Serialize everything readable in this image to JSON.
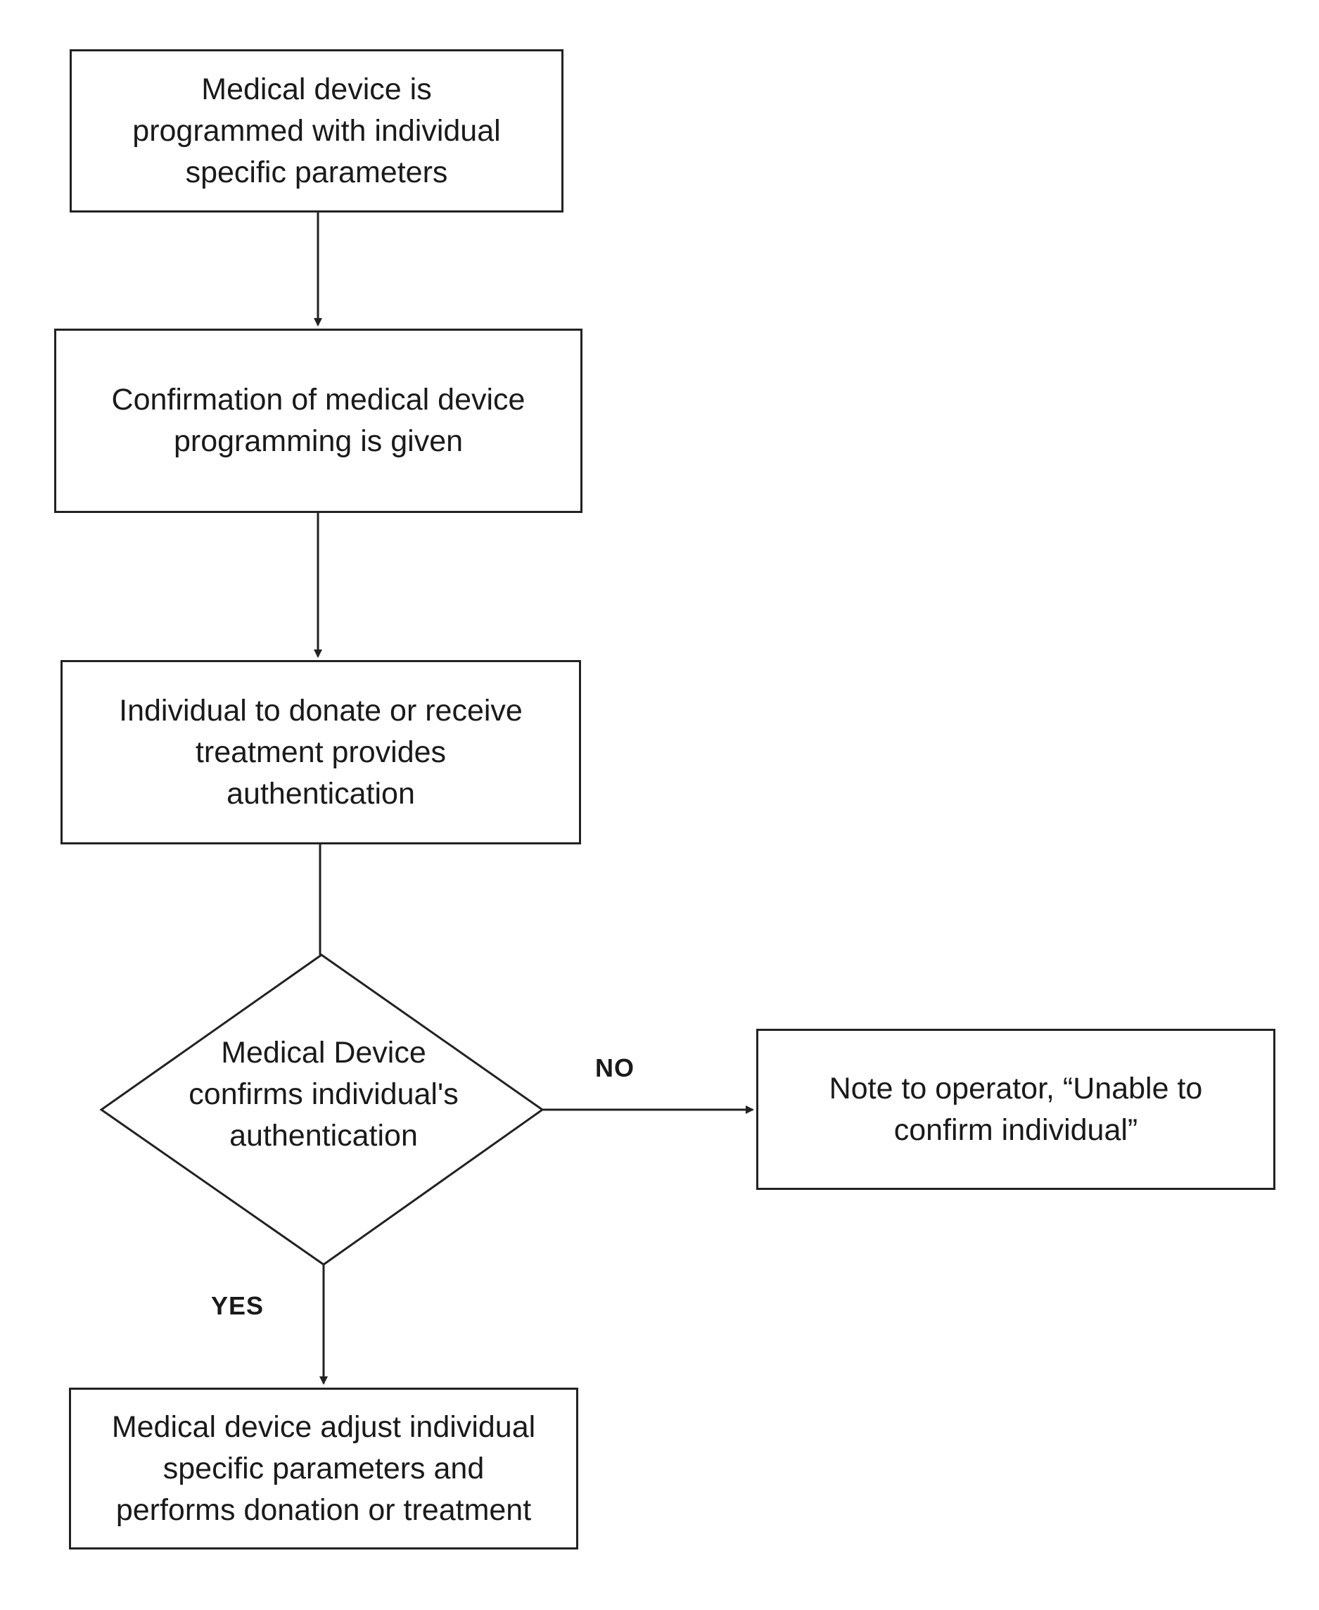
{
  "flowchart": {
    "nodes": [
      {
        "id": "program",
        "shape": "rect",
        "text": "Medical device is\nprogrammed with individual\nspecific parameters"
      },
      {
        "id": "confirm-programming",
        "shape": "rect",
        "text": "Confirmation of medical device\nprogramming is given"
      },
      {
        "id": "authentication",
        "shape": "rect",
        "text": "Individual to donate or receive\ntreatment provides\nauthentication"
      },
      {
        "id": "decision",
        "shape": "diamond",
        "text": "Medical Device\nconfirms individual's\nauthentication"
      },
      {
        "id": "note-operator",
        "shape": "rect",
        "text": "Note to operator, “Unable to\nconfirm individual”"
      },
      {
        "id": "perform",
        "shape": "rect",
        "text": "Medical device adjust individual\nspecific parameters and\nperforms donation or treatment"
      }
    ],
    "edges": [
      {
        "from": "program",
        "to": "confirm-programming",
        "label": ""
      },
      {
        "from": "confirm-programming",
        "to": "authentication",
        "label": ""
      },
      {
        "from": "authentication",
        "to": "decision",
        "label": ""
      },
      {
        "from": "decision",
        "to": "note-operator",
        "label": "NO"
      },
      {
        "from": "decision",
        "to": "perform",
        "label": "YES"
      }
    ]
  },
  "colors": {
    "line": "#222222",
    "text": "#1a1a1a",
    "background": "#ffffff"
  }
}
